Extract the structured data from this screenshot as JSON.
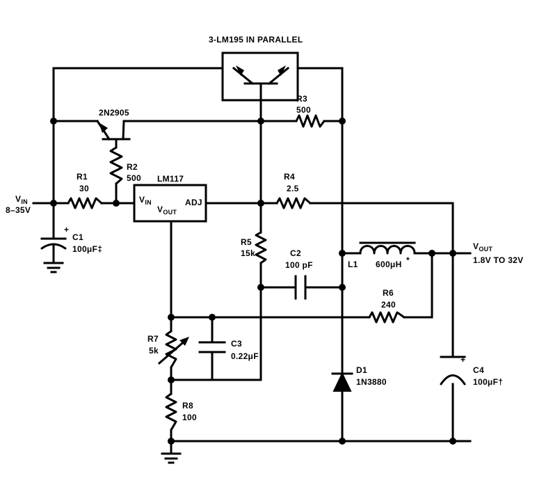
{
  "diagram": {
    "labels": {
      "header": "3-LM195 IN PARALLEL",
      "q_pnp": "2N2905",
      "reg": "LM117",
      "vin_pin": "V",
      "vin_pin_sub": "IN",
      "vout_pin": "V",
      "vout_pin_sub": "OUT",
      "adj_pin": "ADJ",
      "vin": "V",
      "vin_sub": "IN",
      "vin_range": "8–35V",
      "vout": "V",
      "vout_sub": "OUT",
      "vout_range": "1.8V TO 32V",
      "r1": "R1",
      "r1_val": "30",
      "r2": "R2",
      "r2_val": "500",
      "r3": "R3",
      "r3_val": "500",
      "r4": "R4",
      "r4_val": "2.5",
      "r5": "R5",
      "r5_val": "15k",
      "r6": "R6",
      "r6_val": "240",
      "r7": "R7",
      "r7_val": "5k",
      "r8": "R8",
      "r8_val": "100",
      "c1": "C1",
      "c1_val": "100μF‡",
      "c2": "C2",
      "c2_val": "100 pF",
      "c3": "C3",
      "c3_val": "0.22μF",
      "c4": "C4",
      "c4_val": "100μF†",
      "l1": "L1",
      "l1_val": "600μH",
      "l1_mark": "*",
      "d1": "D1",
      "d1_val": "1N3880",
      "plus": "+"
    }
  }
}
